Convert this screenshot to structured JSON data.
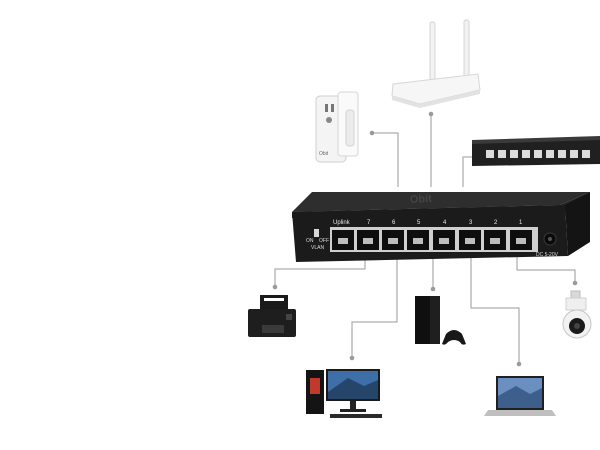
{
  "colors": {
    "switch_body": "#1c1c1c",
    "switch_top": "#2c2c2c",
    "connector_line": "#9a9a9a",
    "device_white": "#f3f3f3",
    "device_black": "#151515"
  },
  "switch": {
    "brand_logo": "Obit",
    "uplink_label": "Uplink",
    "ports": [
      "7",
      "6",
      "5",
      "4",
      "3",
      "2",
      "1"
    ],
    "power_label": "DC 5-20V",
    "toggle_on": "ON",
    "toggle_off": "OFF",
    "toggle_mode": "VLAN"
  },
  "devices": {
    "router": {
      "icon": "wifi-router-icon"
    },
    "extender": {
      "icon": "wifi-extender-icon",
      "logo": "Obit"
    },
    "second_switch": {
      "icon": "network-switch-icon"
    },
    "printer": {
      "icon": "printer-icon"
    },
    "console": {
      "icon": "game-console-icon"
    },
    "camera": {
      "icon": "security-camera-icon"
    },
    "desktop": {
      "icon": "desktop-pc-icon"
    },
    "laptop": {
      "icon": "laptop-icon"
    }
  }
}
